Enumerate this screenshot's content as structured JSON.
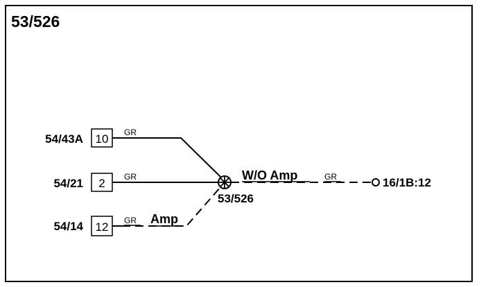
{
  "title": "53/526",
  "connectors": [
    {
      "id": "54/43A",
      "pin": "10",
      "wire_color": "GR",
      "option": ""
    },
    {
      "id": "54/21",
      "pin": "2",
      "wire_color": "GR",
      "option": ""
    },
    {
      "id": "54/14",
      "pin": "12",
      "wire_color": "GR",
      "option": "Amp"
    }
  ],
  "splice": {
    "label": "53/526",
    "icon": "splice-icon"
  },
  "output": {
    "option": "W/O Amp",
    "wire_color": "GR",
    "destination": "16/1B:12",
    "icon": "terminal-circle-icon"
  },
  "colors": {
    "ink": "#000000",
    "background": "#ffffff"
  }
}
